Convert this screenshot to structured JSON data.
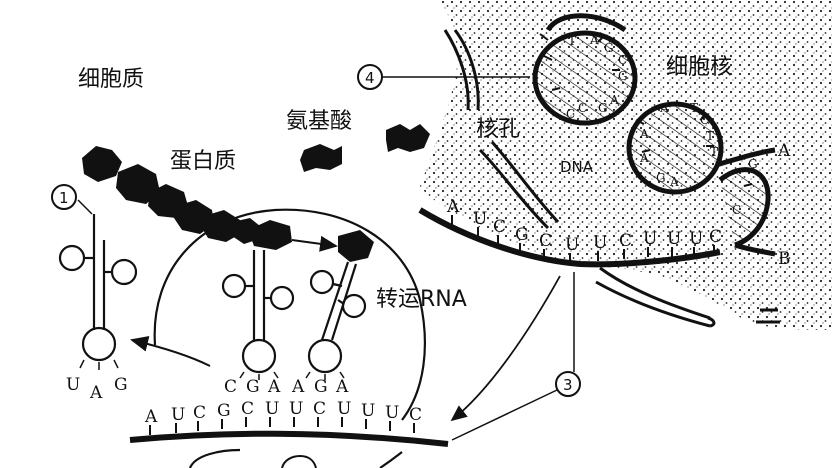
{
  "labels": {
    "cytoplasm": "细胞质",
    "amino_acid": "氨基酸",
    "protein": "蛋白质",
    "nucleus": "细胞核",
    "nuclear_pore": "核孔",
    "dna": "DNA",
    "trna": "转运RNA",
    "strand_a": "A",
    "strand_b": "B"
  },
  "markers": {
    "m1": "1",
    "m3": "3",
    "m4": "4"
  },
  "mrna_top": [
    "A",
    "U",
    "C",
    "G",
    "C",
    "U",
    "U",
    "C",
    "U",
    "U",
    "U",
    "C"
  ],
  "mrna_bottom": [
    "A",
    "U",
    "C",
    "G",
    "C",
    "U",
    "U",
    "C",
    "U",
    "U",
    "U",
    "C"
  ],
  "anticodons": {
    "released": [
      "U",
      "A",
      "G"
    ],
    "first": [
      "C",
      "G",
      "A"
    ],
    "second": [
      "A",
      "G",
      "A"
    ]
  },
  "dna_bases_left": [
    "T",
    "A",
    "G",
    "C",
    "G",
    "C",
    "C",
    "G",
    "A"
  ],
  "dna_bases_right": [
    "A",
    "T",
    "C",
    "T",
    "T",
    "A",
    "A",
    "G",
    "A",
    "G",
    "C"
  ],
  "colors": {
    "ink": "#111111",
    "background": "#ffffff"
  }
}
